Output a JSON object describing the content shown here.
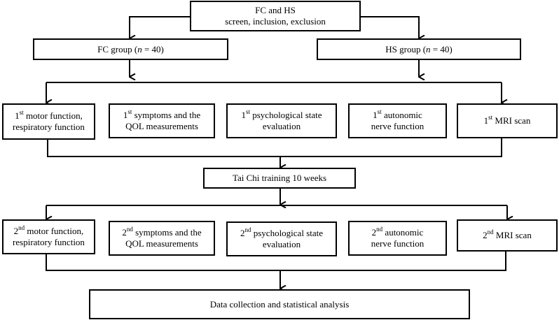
{
  "top_box": {
    "line1": "FC and HS",
    "line2": "screen, inclusion, exclusion"
  },
  "groups": {
    "fc": {
      "label": "FC group (",
      "n_var": "n",
      "n_val": " = 40)"
    },
    "hs": {
      "label": "HS group (",
      "n_var": "n",
      "n_val": " = 40)"
    }
  },
  "round1": {
    "ordinal": "1",
    "suffix": "st",
    "items": [
      {
        "line1": " motor function,",
        "line2": "respiratory function"
      },
      {
        "line1": " symptoms and the",
        "line2": "QOL measurements"
      },
      {
        "line1": " psychological state",
        "line2": "evaluation"
      },
      {
        "line1": " autonomic",
        "line2": "nerve function"
      },
      {
        "line1": " MRI scan",
        "line2": ""
      }
    ]
  },
  "training": {
    "label": "Tai Chi training 10 weeks"
  },
  "round2": {
    "ordinal": "2",
    "suffix": "nd",
    "items": [
      {
        "line1": " motor function,",
        "line2": "respiratory function"
      },
      {
        "line1": " symptoms and the",
        "line2": "QOL measurements"
      },
      {
        "line1": " psychological state",
        "line2": "evaluation"
      },
      {
        "line1": " autonomic",
        "line2": "nerve function"
      },
      {
        "line1": " MRI scan",
        "line2": ""
      }
    ]
  },
  "final": {
    "label": "Data collection and statistical analysis"
  }
}
